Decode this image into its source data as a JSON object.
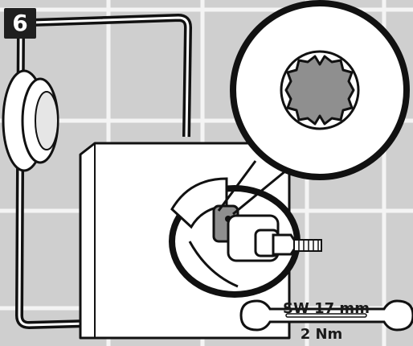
{
  "step": {
    "number": "6"
  },
  "tool": {
    "wrench_size": "SW 17 mm",
    "torque": "2 Nm"
  },
  "icons": [
    "wrench-icon",
    "spline-detail-icon",
    "valve-cartridge-icon"
  ],
  "colors": {
    "tile": "#cfcfcf",
    "grout": "#f4f4f4",
    "outline": "#111111",
    "cover_plate": "#ffffff",
    "highlight": "#8f8f8f",
    "badge": "#1f1f1f"
  }
}
